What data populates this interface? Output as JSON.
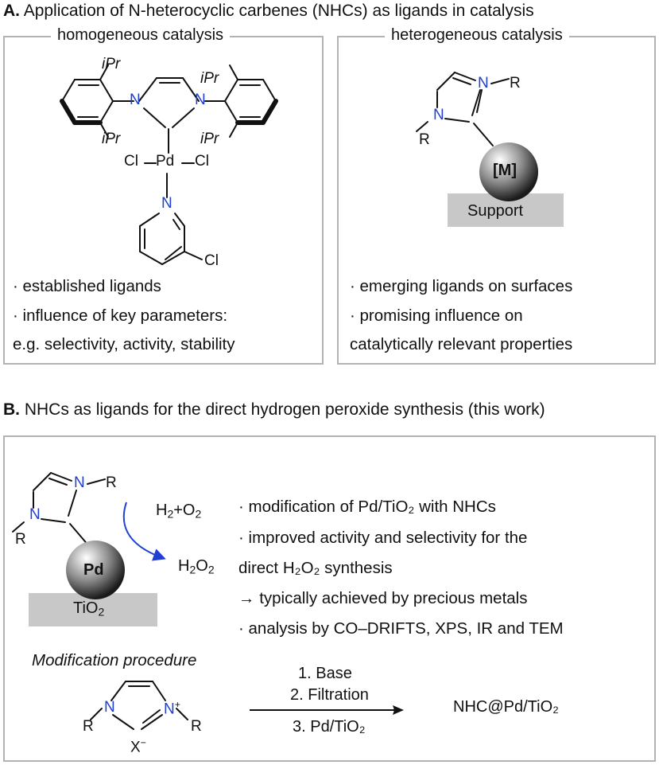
{
  "section_a": {
    "prefix": "A.",
    "title": "Application of N-heterocyclic carbenes (NHCs) as ligands in catalysis",
    "homogeneous": {
      "title": "homogeneous catalysis",
      "atoms": {
        "n1": "N",
        "n2": "N",
        "ipr1": "iPr",
        "ipr2": "iPr",
        "ipr3": "iPr",
        "ipr4": "iPr",
        "cl1": "Cl",
        "pd": "Pd",
        "cl2": "Cl",
        "n_py": "N",
        "cl_py": "Cl"
      },
      "bullets": [
        "· established ligands",
        "· influence of key parameters:",
        "e.g. selectivity, activity, stability"
      ]
    },
    "heterogeneous": {
      "title": "heterogeneous catalysis",
      "atoms": {
        "n1": "N",
        "n2": "N",
        "r1": "R",
        "r2": "R",
        "metal": "[M]",
        "support": "Support"
      },
      "bullets": [
        "· emerging ligands on surfaces",
        "· promising influence on",
        "catalytically relevant properties"
      ]
    }
  },
  "section_b": {
    "prefix": "B.",
    "title": "NHCs as ligands for the direct hydrogen peroxide synthesis (this work)",
    "catalyst": {
      "n1": "N",
      "n2": "N",
      "r1": "R",
      "r2": "R",
      "metal": "Pd",
      "support": "TiO",
      "support_sub": "2"
    },
    "reaction": {
      "reactant": {
        "h": "H",
        "h_sub": "2",
        "plus": "+O",
        "o_sub": "2"
      },
      "product": {
        "h": "H",
        "h_sub": "2",
        "o": "O",
        "o_sub": "2"
      }
    },
    "bullets": [
      "· modification of Pd/TiO₂ with NHCs",
      "· improved activity and selectivity for the",
      "direct H₂O₂ synthesis",
      "→ typically achieved by precious metals",
      "· analysis by CO–DRIFTS, XPS, IR and TEM"
    ],
    "procedure": {
      "title": "Modification procedure",
      "step1": "1. Base",
      "step2": "2. Filtration",
      "step3": "3. Pd/TiO₂",
      "product": "NHC@Pd/TiO₂",
      "atoms": {
        "n1": "N",
        "n2": "N",
        "plus": "+",
        "r1": "R",
        "r2": "R",
        "x": "X",
        "x_charge": "−"
      }
    }
  }
}
